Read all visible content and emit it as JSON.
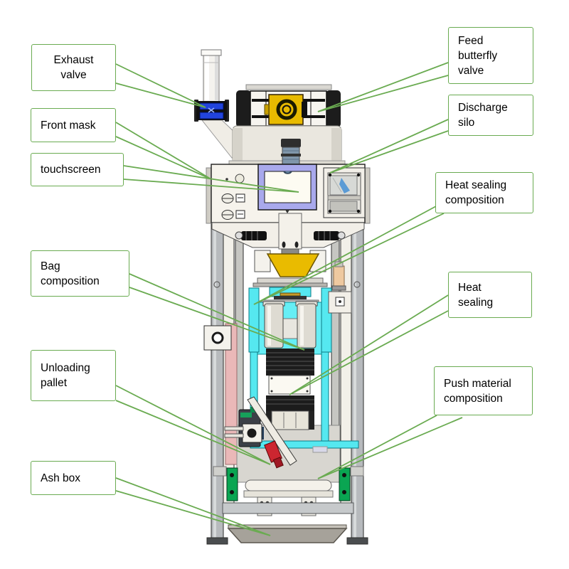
{
  "diagram_type": "labeled-machine-diagram",
  "callouts": [
    {
      "id": "exhaust-valve",
      "label": "Exhaust\nvalve"
    },
    {
      "id": "front-mask",
      "label": "Front mask"
    },
    {
      "id": "touchscreen",
      "label": "touchscreen"
    },
    {
      "id": "feed-butterfly-valve",
      "label": "Feed\nbutterfly\nvalve"
    },
    {
      "id": "discharge-silo",
      "label": "Discharge\nsilo"
    },
    {
      "id": "heat-sealing-composition",
      "label": "Heat sealing\ncomposition"
    },
    {
      "id": "bag-composition",
      "label": "Bag\ncomposition"
    },
    {
      "id": "heat-sealing",
      "label": "Heat\nsealing"
    },
    {
      "id": "unloading-pallet",
      "label": "Unloading\npallet"
    },
    {
      "id": "push-material-composition",
      "label": "Push material\ncomposition"
    },
    {
      "id": "ash-box",
      "label": "Ash box"
    }
  ],
  "colors": {
    "callout_border": "#6aab51",
    "leader_line": "#6aab51",
    "machine_cyan": "#55e8f0",
    "machine_yellow": "#e8ba00",
    "screen_frame_purple": "#a9a9ec",
    "exhaust_valve_blue": "#2244dd",
    "bracket_green": "#0aa552"
  }
}
